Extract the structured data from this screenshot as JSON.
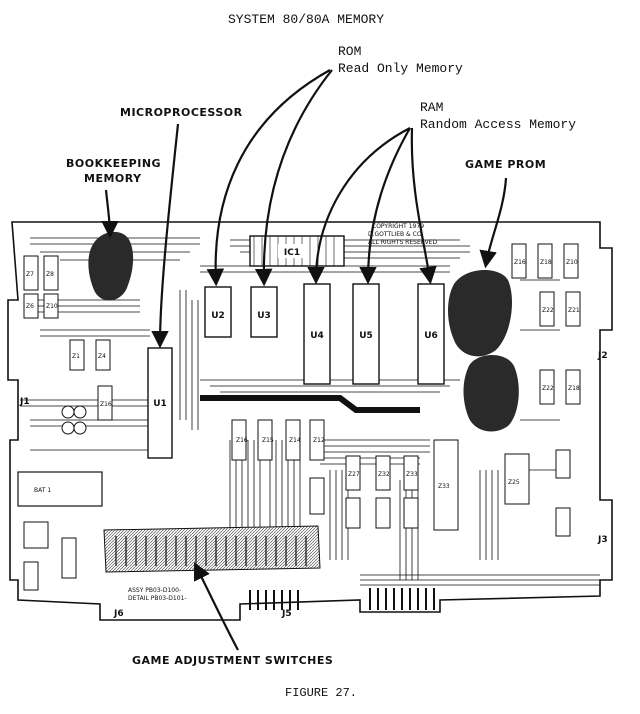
{
  "title": "SYSTEM 80/80A MEMORY",
  "caption": "FIGURE 27.",
  "labels": {
    "rom": "ROM",
    "rom_full": "Read Only Memory",
    "ram": "RAM",
    "ram_full": "Random Access Memory",
    "microprocessor": "MICROPROCESSOR",
    "bookkeeping_line1": "BOOKKEEPING",
    "bookkeeping_line2": "MEMORY",
    "game_prom": "GAME PROM",
    "switches": "GAME ADJUSTMENT SWITCHES"
  },
  "board": {
    "chips": [
      "U1",
      "U2",
      "U3",
      "U4",
      "U5",
      "U6",
      "IC1"
    ],
    "copyright": [
      "COPYRIGHT 1979",
      "D.GOTTLIEB & CO.",
      "ALL RIGHTS RESERVED"
    ],
    "connectors": [
      "J1",
      "J2",
      "J3",
      "J5",
      "J6"
    ],
    "assy": "ASSY PB03-D100-",
    "detail": "DETAIL PB03-D101-"
  },
  "colors": {
    "ink": "#111111",
    "paper": "#ffffff",
    "blob": "#2a2a2a"
  }
}
